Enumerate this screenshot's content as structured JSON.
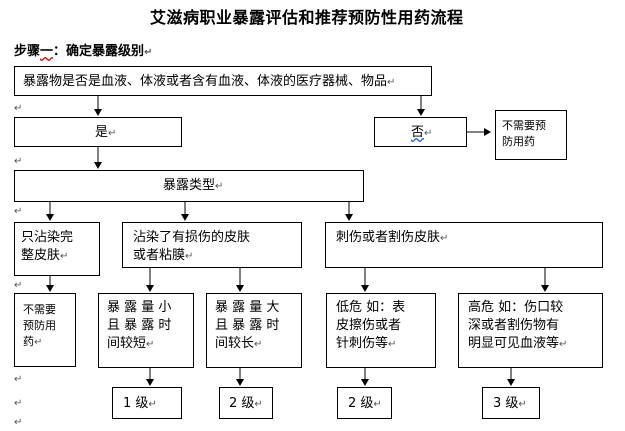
{
  "title": "艾滋病职业暴露评估和推荐预防性用药流程",
  "step": {
    "prefix": "步骤",
    "underlined": "一",
    "suffix": "：确定暴露级别"
  },
  "nodes": {
    "question": "暴露物是否是血液、体液或者含有血液、体液的医疗器械、物品",
    "yes": "是",
    "no": "否",
    "no_result_line1": "不需要预",
    "no_result_line2": "防用药",
    "exposure_type": "暴露类型",
    "intact_skin_line1": "只沾染完",
    "intact_skin_line2": "整皮肤",
    "damaged_line1": "沾染了有损伤的皮肤",
    "damaged_line2": "或者粘膜",
    "puncture": "刺伤或者割伤皮肤",
    "intact_result_line1": "不需要",
    "intact_result_line2": "预防用",
    "intact_result_line3": "药",
    "small_line1": "暴 露 量 小",
    "small_line2": "且 暴 露 时",
    "small_line3": "间较短",
    "large_line1": "暴 露 量 大",
    "large_line2": "且 暴 露 时",
    "large_line3": "间较长",
    "lowrisk_line1": "低危 如：表",
    "lowrisk_line2": "皮擦伤或者",
    "lowrisk_line3": "针刺伤等",
    "highrisk_line1": "高危 如：伤口较",
    "highrisk_line2": "深或者割伤物有",
    "highrisk_line3": "明显可见血液等",
    "level_a": "1 级",
    "level_b": "2 级",
    "level_c": "2 级",
    "level_d": "3 级",
    "paragraph_mark": "↵"
  }
}
